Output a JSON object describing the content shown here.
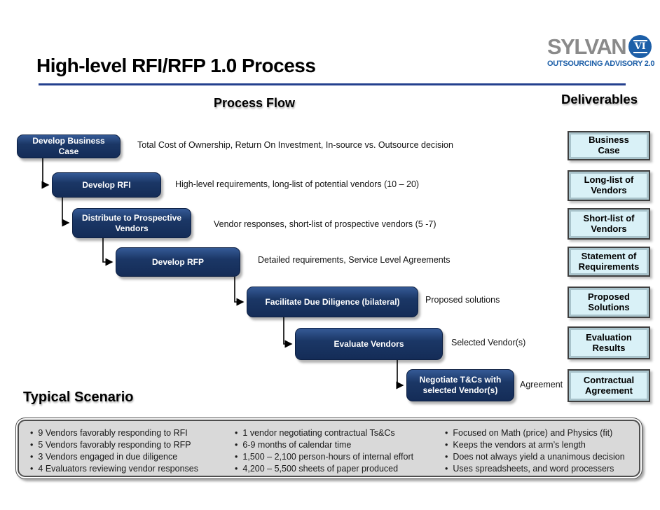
{
  "slide": {
    "title": "High-level RFI/RFP 1.0 Process",
    "section_process_flow": "Process Flow",
    "section_deliverables": "Deliverables",
    "section_typical_scenario": "Typical Scenario"
  },
  "logo": {
    "brand": "SYLVAN",
    "badge": "VI",
    "tagline": "OUTSOURCING ADVISORY 2.0"
  },
  "flow": {
    "steps": [
      {
        "label": "Develop Business Case",
        "result": "Total Cost of Ownership, Return On Investment, In-source vs. Outsource decision"
      },
      {
        "label": "Develop RFI",
        "result": "High-level requirements, long-list of potential vendors (10 – 20)"
      },
      {
        "label": "Distribute to Prospective Vendors",
        "result": "Vendor responses, short-list of prospective vendors (5 -7)"
      },
      {
        "label": "Develop RFP",
        "result": "Detailed requirements, Service Level Agreements"
      },
      {
        "label": "Facilitate Due Diligence (bilateral)",
        "result": "Proposed solutions"
      },
      {
        "label": "Evaluate Vendors",
        "result": "Selected Vendor(s)"
      },
      {
        "label": "Negotiate T&Cs with selected Vendor(s)",
        "result": "Agreement"
      }
    ]
  },
  "deliverables": {
    "items": [
      {
        "label": "Business Case"
      },
      {
        "label": "Long-list of Vendors"
      },
      {
        "label": "Short-list of Vendors"
      },
      {
        "label": "Statement of Requirements"
      },
      {
        "label": "Proposed Solutions"
      },
      {
        "label": "Evaluation Results"
      },
      {
        "label": "Contractual Agreement"
      }
    ]
  },
  "scenario": {
    "columns": [
      {
        "items": [
          "9 Vendors favorably responding to RFI",
          "5 Vendors favorably responding to RFP",
          "3 Vendors engaged in due diligence",
          "4 Evaluators reviewing vendor responses"
        ]
      },
      {
        "items": [
          "1 vendor negotiating contractual Ts&Cs",
          "6-9 months of calendar time",
          "1,500 – 2,100 person-hours of internal effort",
          "4,200 – 5,500 sheets of paper produced"
        ]
      },
      {
        "items": [
          "Focused on Math (price) and Physics (fit)",
          "Keeps the vendors at arm’s length",
          "Does not always yield a unanimous decision",
          "Uses spreadsheets, and word processers"
        ]
      }
    ]
  },
  "colors": {
    "process_box_navy": "#1b3766",
    "deliverable_fill": "#d9f1f7",
    "accent_rule_blue": "#24408e",
    "scenario_fill": "#d9d9d9",
    "logo_blue": "#1d5fa8",
    "logo_gray": "#8a8a8a"
  }
}
